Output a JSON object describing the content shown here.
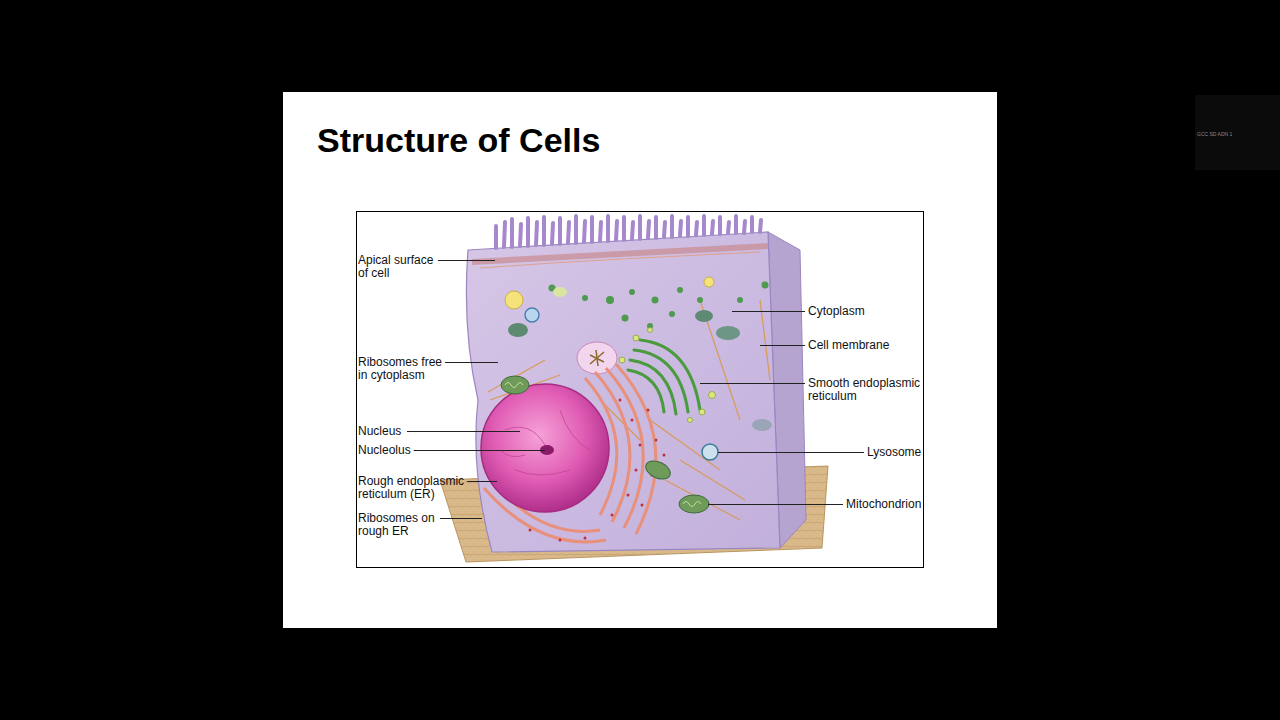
{
  "diagram": {
    "title": "Structure of Cells",
    "labels": [
      "Apical surface of cell",
      "Ribosomes free in cytoplasm",
      "Nucleus",
      "Nucleolus",
      "Rough endoplasmic reticulum (ER)",
      "Ribosomes on rough ER",
      "Cytoplasm",
      "Cell membrane",
      "Smooth endoplasmic reticulum",
      "Lysosome",
      "Mitochondrion",
      "GCC SD ADN 1"
    ]
  }
}
